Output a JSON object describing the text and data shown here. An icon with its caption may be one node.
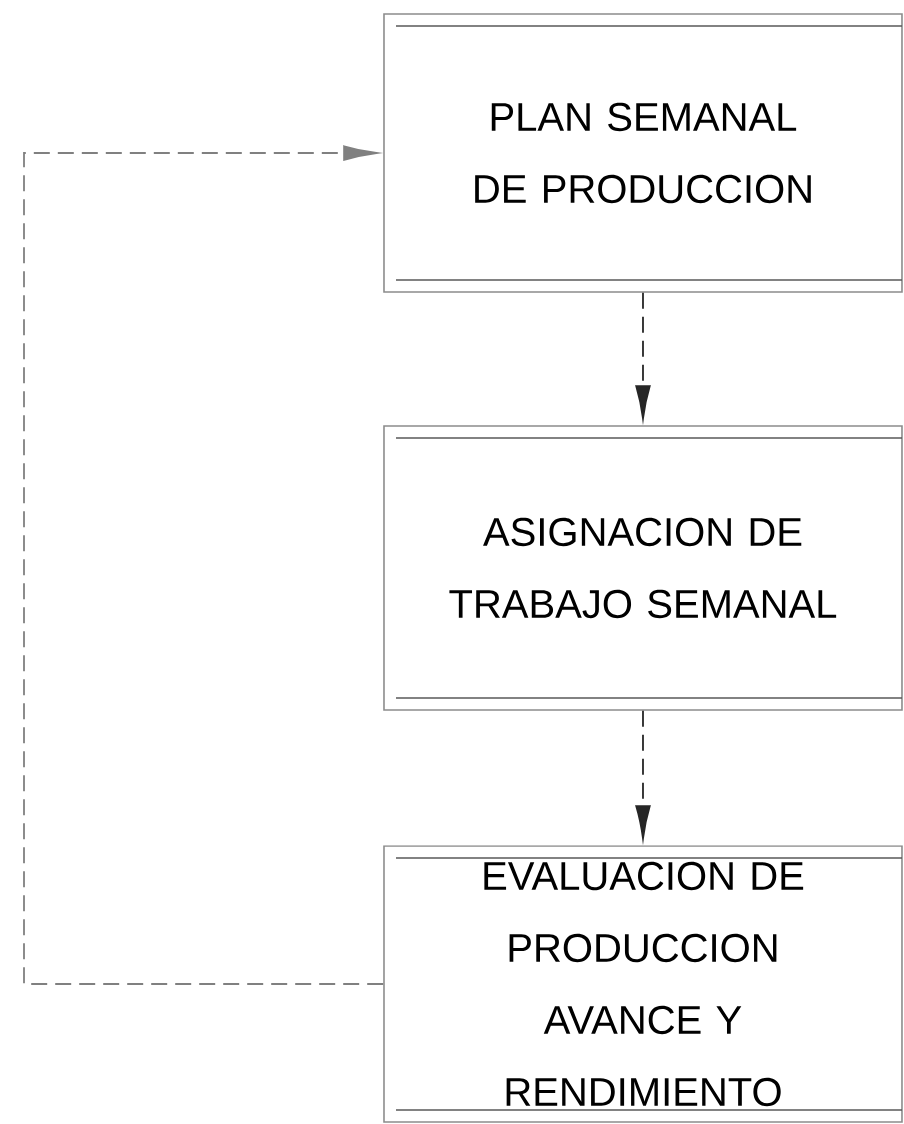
{
  "diagram": {
    "nodes": [
      {
        "text": [
          "PLAN SEMANAL DE PRODUCCION"
        ]
      },
      {
        "text": [
          "ASIGNACION DE TRABAJO SEMANAL"
        ]
      },
      {
        "text": [
          "EVALUACION DE PRODUCCION AVANCE Y RENDIMIENTO"
        ]
      }
    ],
    "edges": [
      {
        "from": 0,
        "to": 1,
        "arrow": "to",
        "style": "dashed"
      },
      {
        "from": 1,
        "to": 2,
        "arrow": "to",
        "style": "dashed"
      },
      {
        "from": 2,
        "to": 0,
        "arrow": "to",
        "style": "dashed",
        "color": "#808080"
      }
    ]
  }
}
